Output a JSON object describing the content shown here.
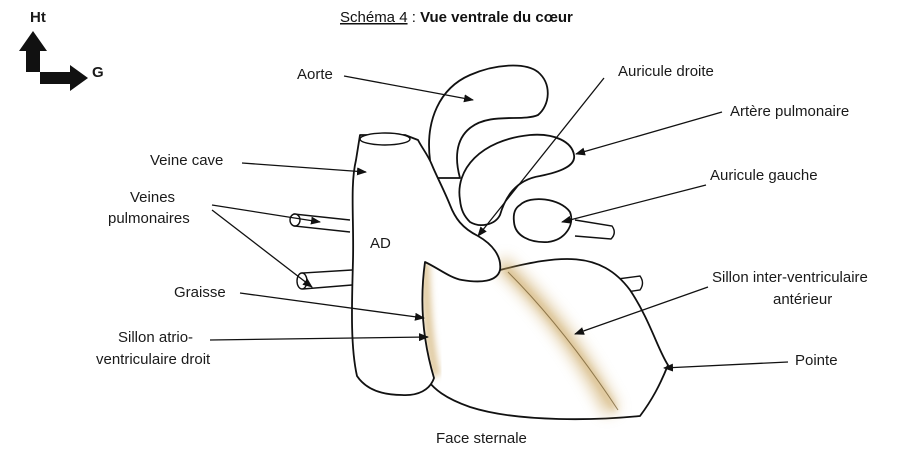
{
  "title": {
    "prefix": "Schéma 4",
    "separator": " : ",
    "main": "Vue ventrale du cœur"
  },
  "orientation": {
    "up": "Ht",
    "left": "G"
  },
  "labels": {
    "aorte": "Aorte",
    "veine_cave": "Veine cave",
    "veines_pulmonaires_1": "Veines",
    "veines_pulmonaires_2": "pulmonaires",
    "ad": "AD",
    "graisse": "Graisse",
    "sillon_av_1": "Sillon atrio-",
    "sillon_av_2": "ventriculaire droit",
    "auricule_droite": "Auricule droite",
    "artere_pulmonaire": "Artère pulmonaire",
    "auricule_gauche": "Auricule gauche",
    "sillon_iv_1": "Sillon inter-ventriculaire",
    "sillon_iv_2": "antérieur",
    "pointe": "Pointe",
    "face_sternale": "Face sternale"
  },
  "colors": {
    "fat": "#c9a35a"
  }
}
